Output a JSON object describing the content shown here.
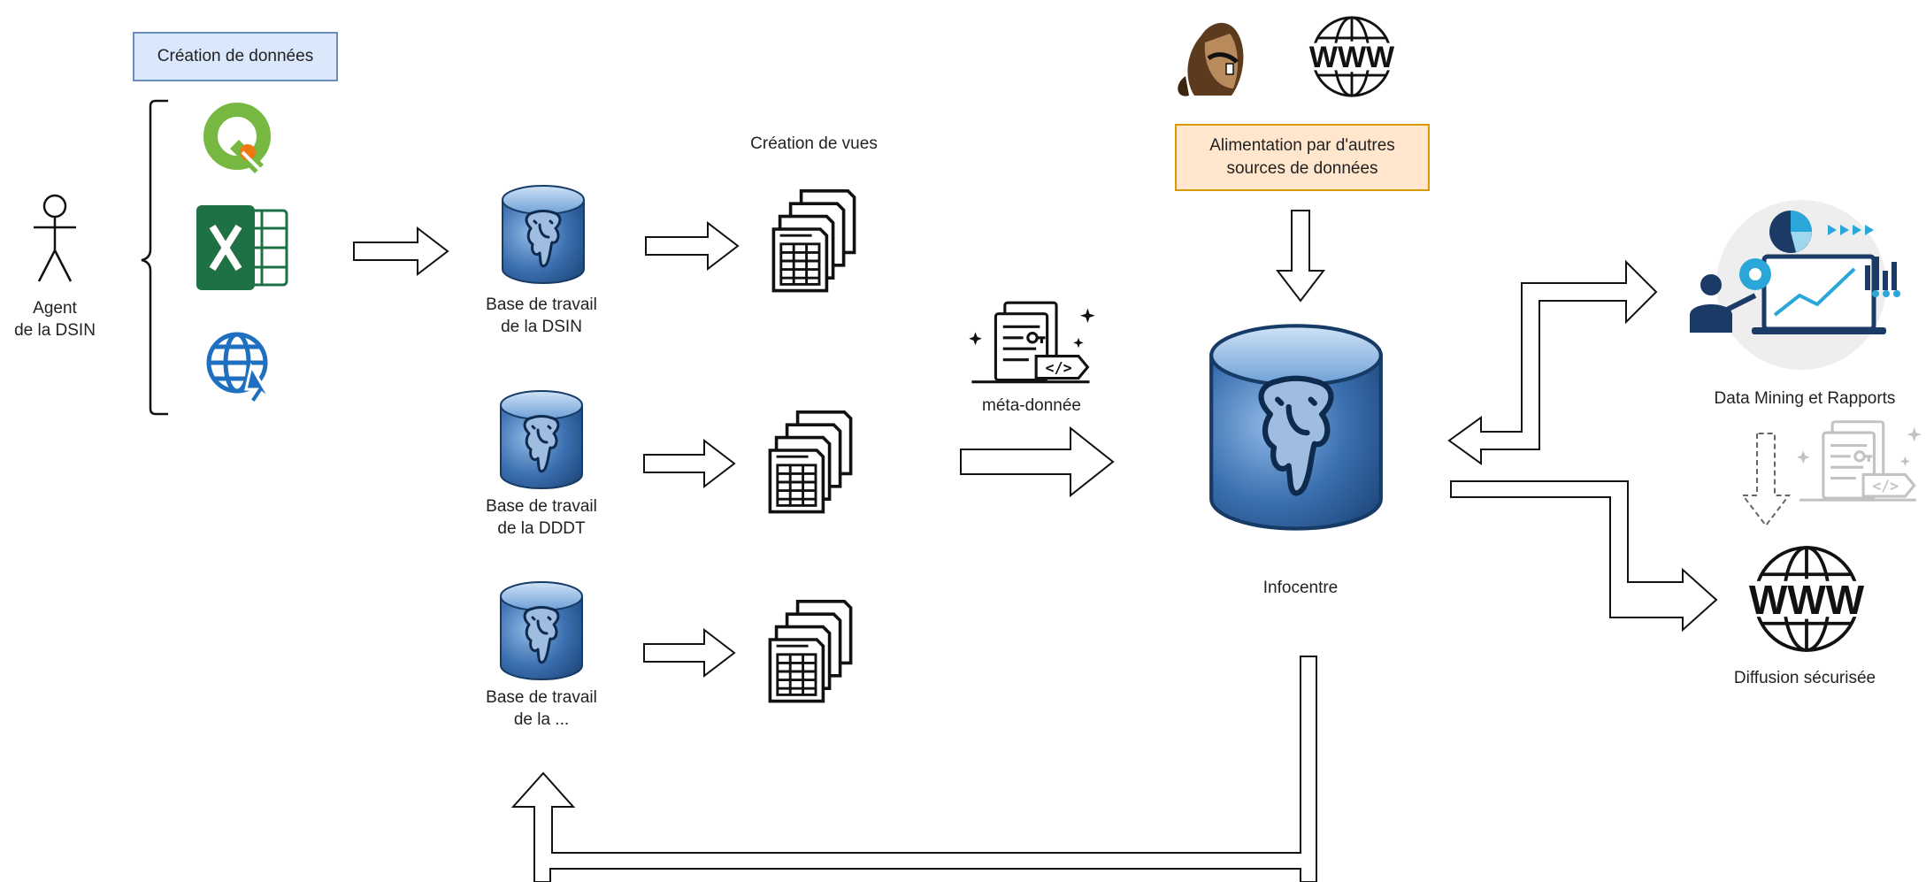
{
  "labels": {
    "creation_donnees": "Création de données",
    "agent_line1": "Agent",
    "agent_line2": "de la DSIN",
    "creation_vues": "Création de vues",
    "base_dsin_line1": "Base de travail",
    "base_dsin_line2": "de la DSIN",
    "base_dddt_line1": "Base de travail",
    "base_dddt_line2": "de la DDDT",
    "base_autre_line1": "Base de travail",
    "base_autre_line2": "de la ...",
    "meta_donnee": "méta-donnée",
    "alimentation_line1": "Alimentation par d'autres",
    "alimentation_line2": "sources de données",
    "infocentre": "Infocentre",
    "data_mining": "Data Mining et Rapports",
    "diffusion": "Diffusion sécurisée",
    "www_top": "WWW",
    "www_right": "WWW"
  },
  "icons": {
    "actor": "actor-stick-figure-icon",
    "qgis": "qgis-icon",
    "excel": "excel-icon",
    "web": "web-cursor-icon",
    "postgres": "postgresql-database-icon",
    "views": "view-documents-icon",
    "metadata": "metadata-code-icon",
    "beaver": "dbeaver-icon",
    "globe": "www-globe-icon",
    "analytics": "analytics-report-icon"
  },
  "colors": {
    "creation_box_fill": "#dae8fc",
    "creation_box_border": "#6c8ebf",
    "alimentation_box_fill": "#ffe6cc",
    "alimentation_box_border": "#d79b00",
    "db_blue": "#3b6fb0",
    "excel_green": "#1e7145",
    "qgis_green": "#77b843",
    "web_blue": "#1f6fc0"
  }
}
